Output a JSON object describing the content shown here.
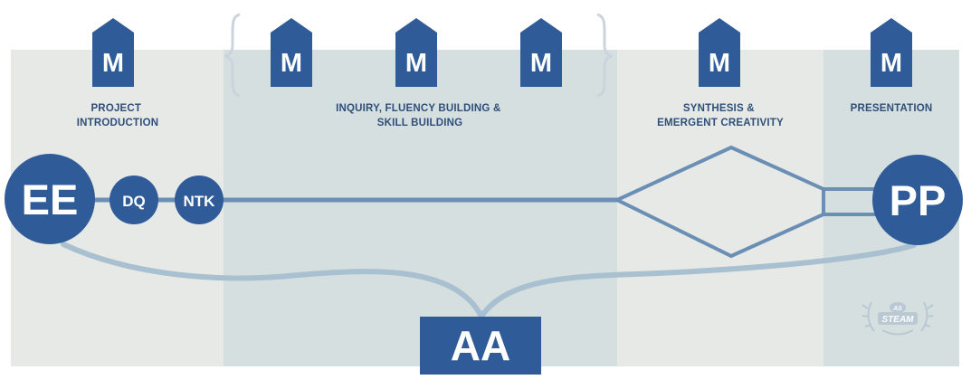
{
  "colors": {
    "navy": "#2f5c98",
    "panel_light": "#e6e9e6",
    "panel_dark": "#d5dfe0",
    "line_blue": "#6b8fb4",
    "curve_blue": "#a8c0cf",
    "label_text": "#2f4f7a",
    "brace": "#c9d4dd",
    "logo": "#b8c7d3"
  },
  "milestone_tags": [
    {
      "label": "M"
    },
    {
      "label": "M"
    },
    {
      "label": "M"
    },
    {
      "label": "M"
    },
    {
      "label": "M"
    },
    {
      "label": "M"
    }
  ],
  "phases": [
    {
      "lines": [
        "PROJECT",
        "INTRODUCTION"
      ]
    },
    {
      "lines": [
        "INQUIRY, FLUENCY BUILDING &",
        "SKILL BUILDING"
      ]
    },
    {
      "lines": [
        "SYNTHESIS &",
        "EMERGENT CREATIVITY"
      ]
    },
    {
      "lines": [
        "PRESENTATION"
      ]
    }
  ],
  "nodes": {
    "ee": "EE",
    "dq": "DQ",
    "ntk": "NTK",
    "pp": "PP",
    "aa": "AA"
  },
  "logo": {
    "text_top": "AS",
    "text_main": "STEAM",
    "icon": "steam-logo-icon"
  }
}
